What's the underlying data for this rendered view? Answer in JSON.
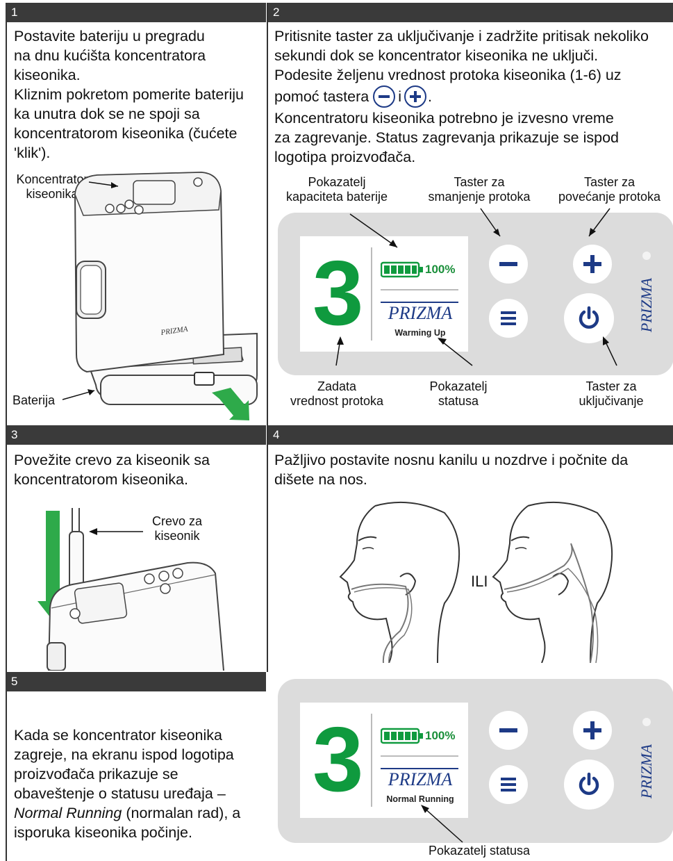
{
  "sections": {
    "s1": {
      "number": "1",
      "text": [
        "Postavite bateriju u pregradu",
        "na dnu kućišta koncentratora",
        "kiseonika.",
        "Kliznim pokretom pomerite bateriju",
        "ka unutra dok se ne spoji sa",
        "koncentratorom kiseonika (čućete",
        "'klik')."
      ],
      "labels": {
        "device": [
          "Koncentrator",
          "kiseonika"
        ],
        "battery": "Baterija"
      }
    },
    "s2": {
      "number": "2",
      "text": [
        "Pritisnite taster za uključivanje i zadržite pritisak nekoliko",
        "sekundi dok se koncentrator kiseonika ne uključi.",
        "Podesite željenu vrednost protoka kiseonika (1-6) uz",
        "pomoć tastera",
        "i",
        ".",
        "Koncentratoru kiseonika potrebno je izvesno vreme",
        "za zagrevanje. Status zagrevanja prikazuje se ispod",
        "logotipa proizvođača."
      ],
      "labels": {
        "battery_indicator": [
          "Pokazatelj",
          "kapaciteta baterije"
        ],
        "decrease": [
          "Taster za",
          "smanjenje protoka"
        ],
        "increase": [
          "Taster za",
          "povećanje protoka"
        ],
        "setpoint": [
          "Zadata",
          "vrednost protoka"
        ],
        "status": [
          "Pokazatelj",
          "statusa"
        ],
        "power": [
          "Taster za",
          "uključivanje"
        ]
      }
    },
    "s3": {
      "number": "3",
      "text": [
        "Povežite crevo za kiseonik sa",
        "koncentratorom kiseonika."
      ],
      "labels": {
        "hose": [
          "Crevo za",
          "kiseonik"
        ]
      }
    },
    "s4": {
      "number": "4",
      "text": [
        "Pažljivo postavite nosnu kanilu u nozdrve i počnite da",
        "dišete na nos."
      ],
      "or_label": "ILI"
    },
    "s5": {
      "number": "5",
      "text": [
        "Kada se koncentrator kiseonika",
        "zagreje, na ekranu ispod logotipa",
        "proizvođača prikazuje se",
        "obaveštenje o statusu uređaja –",
        "Normal Running",
        " (normalan rad), a",
        "isporuka kiseonika počinje."
      ],
      "labels": {
        "status": "Pokazatelj statusa"
      }
    }
  },
  "panel_warming": {
    "flow": "3",
    "battery_pct": "100%",
    "brand": "PRIZMA",
    "status": "Warming Up"
  },
  "panel_normal": {
    "flow": "3",
    "battery_pct": "100%",
    "brand": "PRIZMA",
    "status": "Normal Running"
  },
  "device_brand": "PRIZMA",
  "colors": {
    "header": "#3a3a3a",
    "panel": "#dcdcdc",
    "accent_green": "#0f9a3e",
    "button_blue": "#1d3a86",
    "arrow_green": "#2eaa4a"
  }
}
